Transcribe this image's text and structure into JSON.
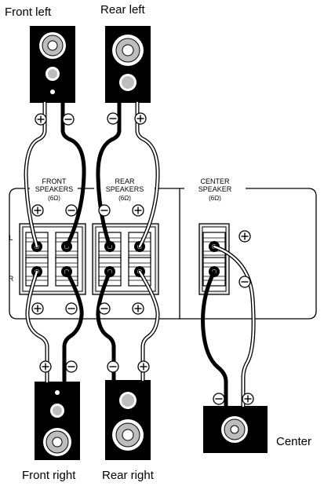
{
  "labels": {
    "front_left": "Front left",
    "rear_left": "Rear left",
    "front_right": "Front right",
    "rear_right": "Rear right",
    "center": "Center"
  },
  "panel": {
    "front_line1": "FRONT",
    "front_line2": "SPEAKERS",
    "front_ohm": "(6Ω)",
    "rear_line1": "REAR",
    "rear_line2": "SPEAKERS",
    "rear_ohm": "(6Ω)",
    "center_line1": "CENTER",
    "center_line2": "SPEAKER",
    "center_ohm": "(6Ω)",
    "row_l": "L",
    "row_r": "R"
  },
  "symbols": {
    "plus": "+",
    "minus": "−"
  },
  "colors": {
    "ink": "#000000",
    "wire_core": "#ffffff",
    "cone_gray": "#bdbdbd",
    "terminal_gray": "#d8d8d8"
  }
}
